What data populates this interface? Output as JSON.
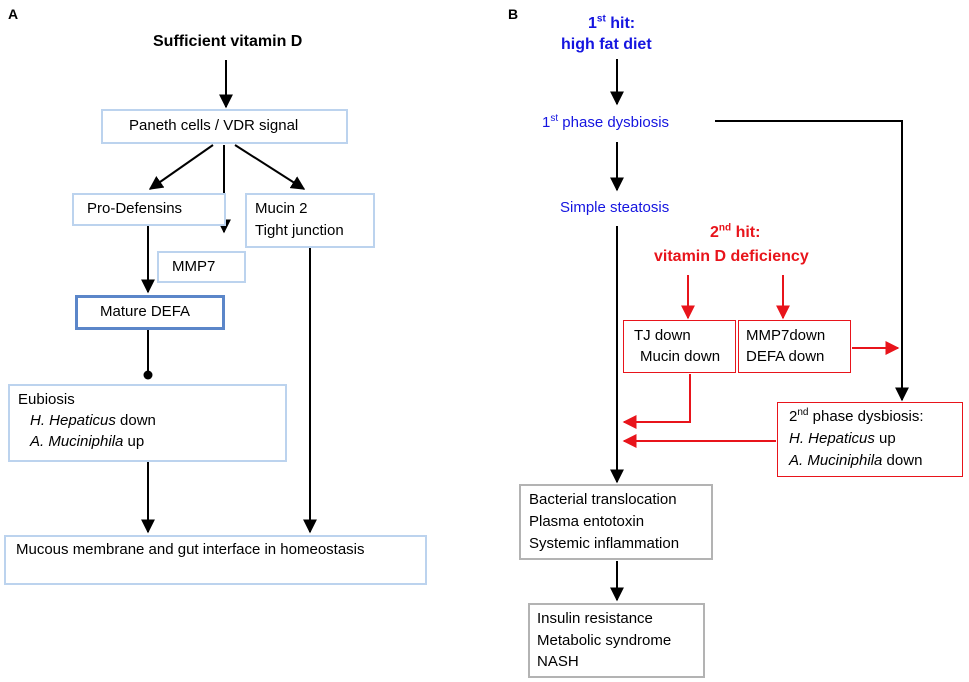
{
  "panel_a": {
    "label": "A",
    "top_title": "Sufficient vitamin D",
    "paneth": "Paneth cells / VDR signal",
    "prodefensins": "Pro-Defensins",
    "mmp7": "MMP7",
    "mucin_line1": "Mucin 2",
    "mucin_line2": "Tight junction",
    "mature_defa": "Mature DEFA",
    "eubiosis_title": "Eubiosis",
    "eubiosis_hh_species": "H. Hepaticus",
    "eubiosis_hh_change": " down",
    "eubiosis_am_species": "A. Muciniphila",
    "eubiosis_am_change": " up",
    "homeostasis": "Mucous membrane and gut interface in homeostasis"
  },
  "panel_b": {
    "label": "B",
    "first_hit_num": "1",
    "first_hit_sup": "st",
    "first_hit_rest": " hit:",
    "first_hit_line2": "high fat diet",
    "phase1_num": "1",
    "phase1_sup": "st",
    "phase1_rest": " phase dysbiosis",
    "steatosis": "Simple steatosis",
    "second_hit_num": "2",
    "second_hit_sup": "nd",
    "second_hit_rest": " hit:",
    "second_hit_line2": "vitamin D deficiency",
    "tj_line1": "TJ down",
    "tj_line2": "Mucin down",
    "mmp_line1": "MMP7down",
    "mmp_line2": "DEFA down",
    "phase2_num": "2",
    "phase2_sup": "nd",
    "phase2_rest": " phase dysbiosis:",
    "phase2_hh_species": "H. Hepaticus",
    "phase2_hh_change": " up",
    "phase2_am_species": "A. Muciniphila",
    "phase2_am_change": " down",
    "bact_line1": "Bacterial translocation",
    "bact_line2": "Plasma entotoxin",
    "bact_line3": "Systemic inflammation",
    "ins_line1": "Insulin resistance",
    "ins_line2": "Metabolic syndrome",
    "ins_line3": "NASH"
  },
  "colors": {
    "box_light": "#bcd3ee",
    "box_strong": "#5b86c9",
    "blue_text": "#1515e0",
    "red": "#e8141b",
    "gray_box": "#b3b3b3"
  }
}
